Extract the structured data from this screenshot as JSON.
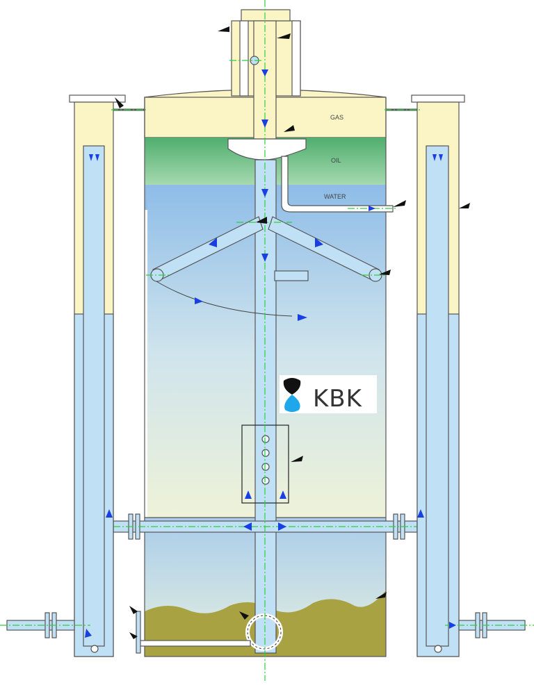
{
  "diagram": {
    "labels": {
      "gas": "GAS",
      "oil": "OIL",
      "water": "WATER"
    },
    "logo": {
      "text": "KBK"
    },
    "colors": {
      "gas": "#fbf5c6",
      "oil": "#6cbf85",
      "water": "#8fbde8",
      "pipe": "#bfe0f5",
      "sediment": "#a9a243",
      "flow_arrow": "#1a3fe0",
      "centerline": "#2bd13a"
    }
  }
}
